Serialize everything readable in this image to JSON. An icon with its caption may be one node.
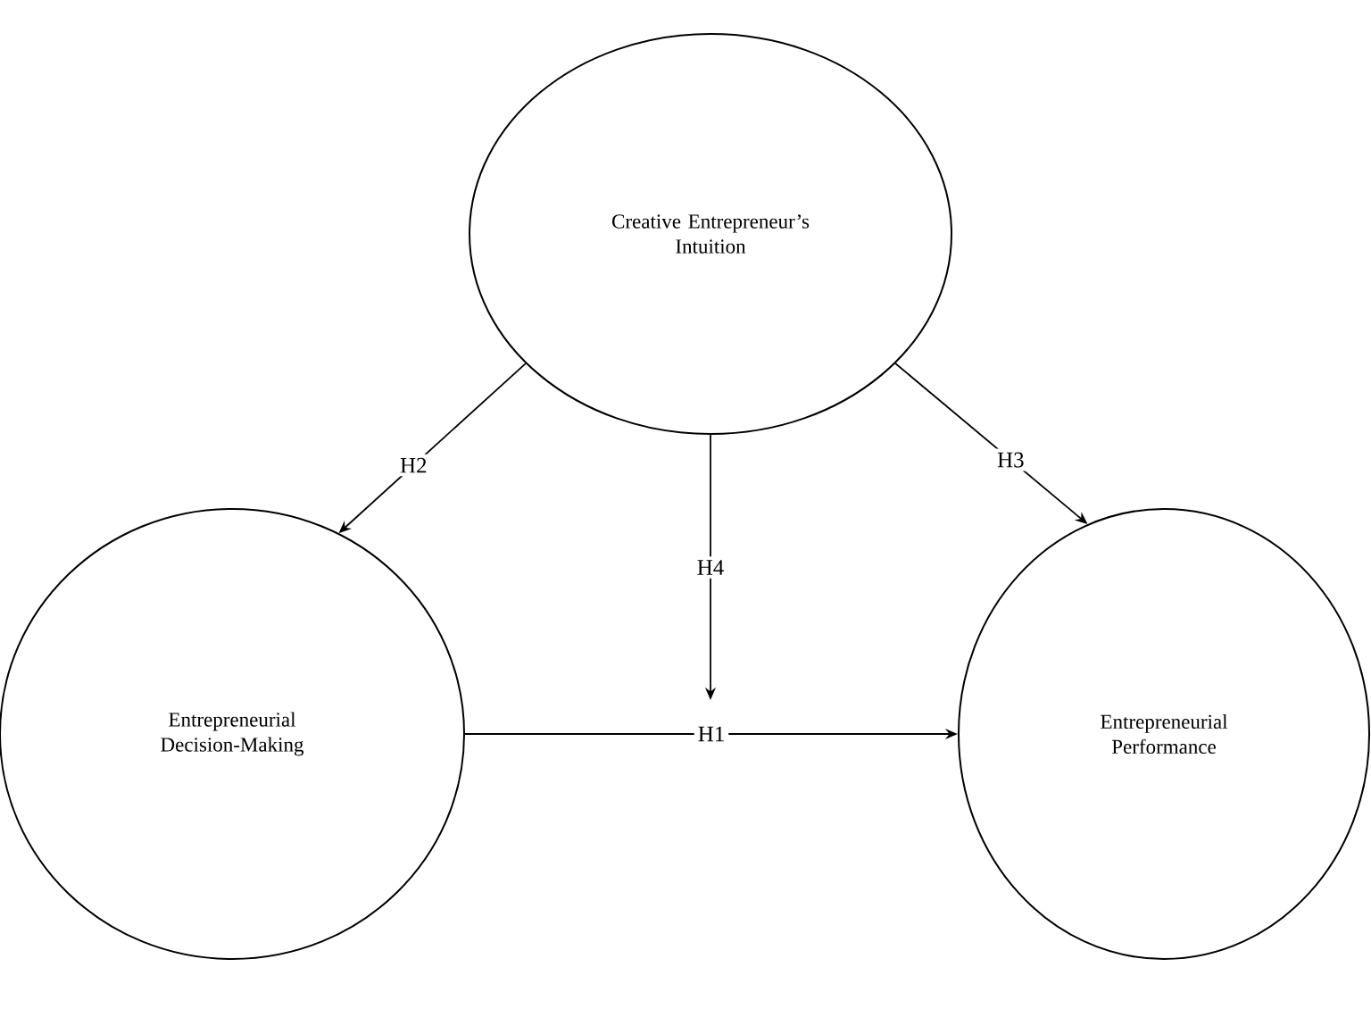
{
  "diagram": {
    "nodes": [
      {
        "text": [
          "Creative Entrepreneur’s Intuition"
        ]
      },
      {
        "text": [
          "Entrepreneurial Decision-Making"
        ]
      },
      {
        "text": [
          "Entrepreneurial Performance"
        ]
      }
    ],
    "edges": [
      {
        "from": 0,
        "to": 1,
        "arrow": "to",
        "label": "H2"
      },
      {
        "from": 0,
        "to": 2,
        "arrow": "to",
        "label": "H3"
      },
      {
        "from": 0,
        "to": null,
        "arrow": "to",
        "label": "H4"
      },
      {
        "from": 1,
        "to": 2,
        "arrow": "to",
        "label": "H1"
      }
    ]
  }
}
